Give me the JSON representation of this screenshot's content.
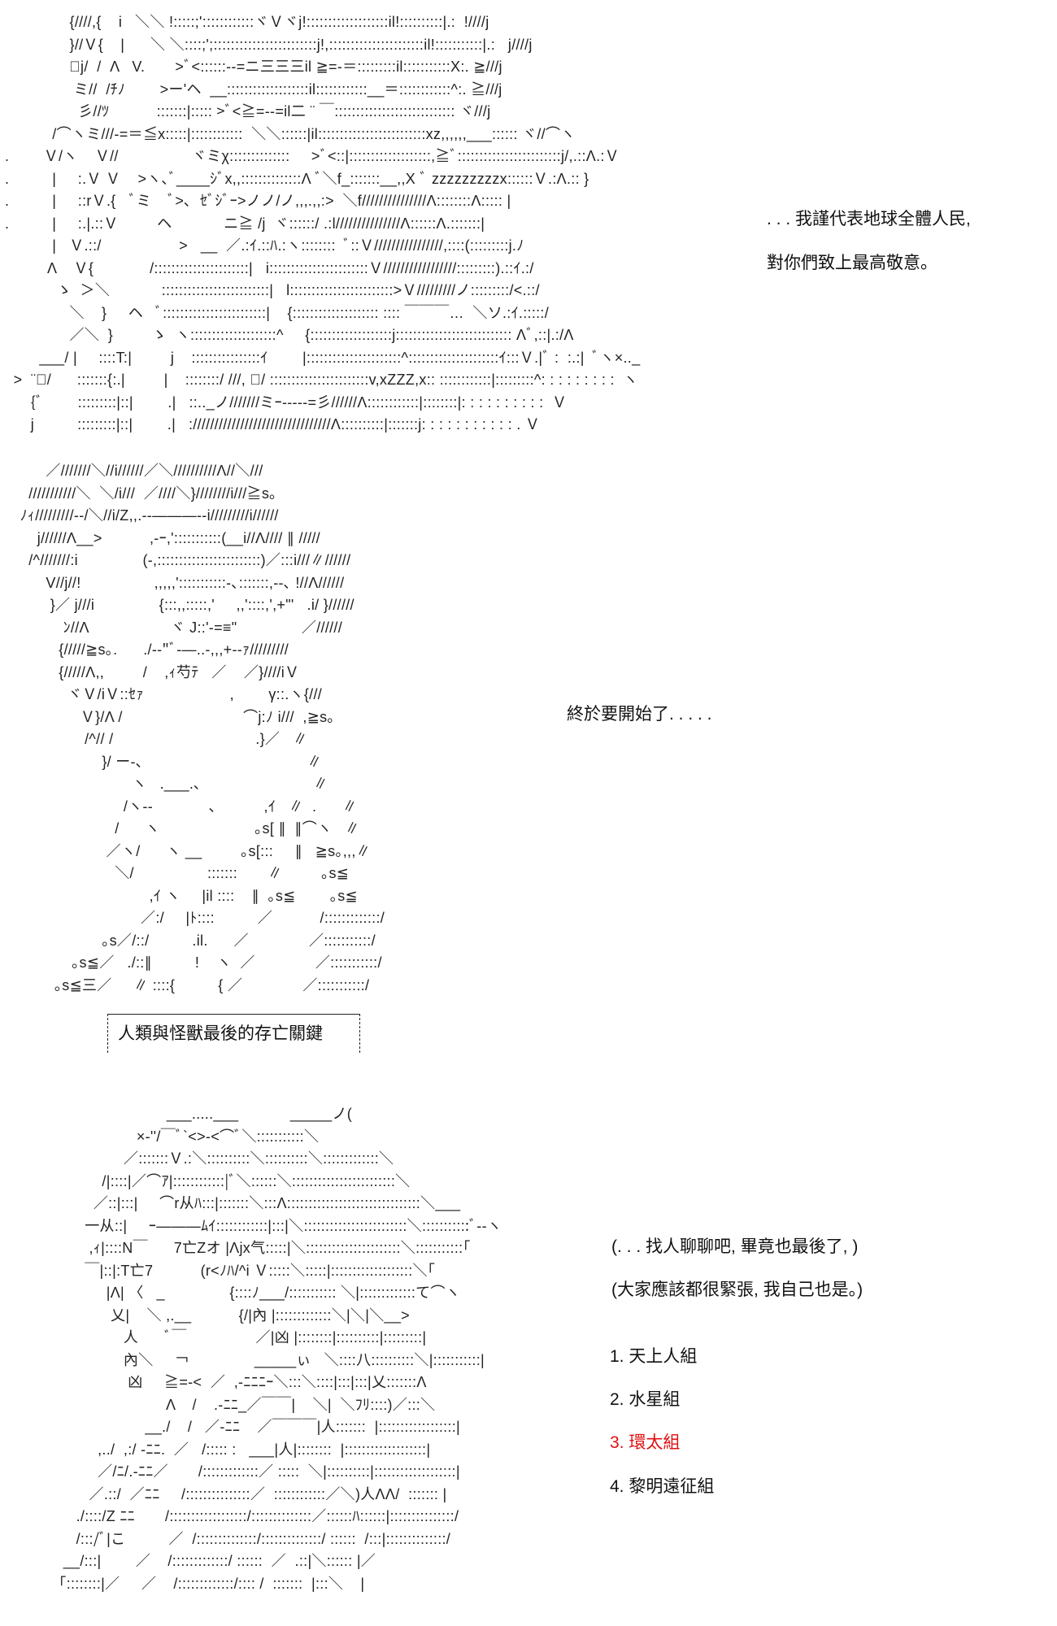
{
  "scene1": {
    "art": [
      "               {////,{    i   ＼＼ !:::::;'::::::::::::ヾＶヾj!:::::::::::::::::::il!::::::::::|.:  !////j",
      "               }//Ｖ{    |      ＼ ＼::::;';::::::::::::::::::::::::j!,::::::::::::::::::::::il!:::::::::::|.:   j////j",
      "               ﾞj/  /  Λ   V.       >ﾞ<::::::--=ニ三三三il ≧=-＝:::::::::il:::::::::::X:. ≧///j",
      "                ミ//  /ﾁﾉ        >ー'ヘ  __:::::::::::::::::::il::::::::::::__＝::::::::::::^:. ≧///j",
      "                 彡//ﾂ           :::::::|::::: >ﾞ<≧=--=il二 ¨ ￣:::::::::::::::::::::::::::: ヾ///j",
      "           /⌒ヽミ///-=＝≦x:::::|::::::::::::  ＼＼::::::|il:::::::::::::::::::::::::xz,,,,,,___:::::: ヾ//⌒ヽ",
      ".        Ｖ/ヽ    Ｖ//                 ヾミχ::::::::::::::     >ﾞ<::|:::::::::::::::::::,≧ﾞ::::::::::::::::::::::::j/,.::Λ.:Ｖ",
      ".          |     :.Ｖ Ｖ    >ヽ､ﾞ____ｼﾞx,,::::::::::::::Λ ﾞ＼f_:::::::__,,X ﾞ zzzzzzzzzx::::::Ｖ.:Λ.:: }",
      ".          |     ::rＶ.{   ﾞミ    ﾞ>､  ｾﾞｼﾞｰ>ノノ/ノ,,,.,,:>  ＼f///////////////Λ::::::::Λ::::: |",
      ".          |     :.|.::Ｖ         ヘ            ニ≧ /j  ヾ::::::/ .:l///////////////Λ::::::Λ.:::::::|",
      "           |   Ｖ.::/                  >   __  ／.:ｲ.::ﾊ.:ヽ::::::::  ﾞ::Ｖ////////////////,::::(:::::::::j.ﾉ",
      "          Λ    Ｖ{             /::::::::::::::::::::::|   i:::::::::::::::::::::::Ｖ/////////////////:::::::::).::ｲ.:/",
      "            ゝ  ＞＼            :::::::::::::::::::::::::|   l::::::::::::::::::::::::>Ｖ/////////ノ:::::::::/<.::/",
      "               ＼    }     ヘ   ﾞ::::::::::::::::::::::::|    {:::::::::::::::::::: :::: ￣￣￣…  ＼ソ.:ｲ.:::::/",
      "               ／＼  }         ゝ  ヽ::::::::::::::::::::^     {:::::::::::::::::::j::::::::::::::::::::::::::: Λﾞ,::|.:/Λ",
      "        ___/ |     ::::T:|         j    ::::::::::::::::ｲ        |::::::::::::::::::::::^:::::::::::::::::::::ｲ:::Ｖ.|ﾞ :  :.:|  ﾞヽ×.._",
      "  >  ¨ﾞ/      :::::::{:.|         |    ::::::::/ ///, ＼/ :::::::::::::::::::::::v,xZZZ,x:: ::::::::::::|:::::::::^: : : : : : : : :  ヽ",
      "      {ﾞ        :::::::::|::|        .|   ::.._ノ///////ミｰ-----=彡//////Λ::::::::::::|::::::::|: : : : : : : : : :  Ｖ",
      "      j          :::::::::|::|        .|   :////////////////////////////////Λ::::::::::|:::::::j: : : : : : : : : : : . Ｖ"
    ],
    "dialogue": [
      ". . . 我謹代表地球全體人民,",
      "對你們致上最高敬意。"
    ]
  },
  "scene2": {
    "art": [
      "        ／///////＼//i//////／＼//////////Λ//＼///",
      "    ///////////＼  ＼/i///  ／////＼}////////i///≧s｡",
      "  ﾉｨ/////////--/＼//i/Z,,.--―――--i/////////i//////",
      "      j//////Λ__>           ,-ｰ,':::::::::::(__i//Λ//// ∥ /////",
      "    /^///////:i               (-,::::::::::::::::::::::::)／:::i///∥//////",
      "        V//j//!                 ,,,,,':::::::::::-､:::::::,--､ !//Λ//////",
      "         }／ j///i               {:::,,:::::,'     ,,'::::,',+\"'   .i/ }//////",
      "            ﾝ//Λ                   ヾ J::'-=≡\"               ／//////",
      "           {/////≧s｡.      ./-‐\"ﾞ‐―..-,,,+-‐ｧ/////////",
      "           {/////Λ,,         /    ,ｨ芍ﾃ   ／    ／}////iＶ",
      "             ヾＶ/iＶ::ｾｧ                    ,        γ::.ヽ{///",
      "                Ｖ}/Λ /                            ⌒j:ﾉ i///  ,≧s｡",
      "                 /^// /                                 .}／   ∥",
      "                     }/ ー-､                                      ∥",
      "                            ヽ   .___.､                          ∥",
      "                          /ヽ--             ､           ,ｲ   ∥  .      ∥",
      "                        /      ヽ                      ｡s[ ∥  ∥⌒ヽ   ∥",
      "                      ／ヽ/      ヽ __         ｡s[:::     ∥   ≧s｡,,,∥",
      "                        ＼/                 :::::::       ∥         ｡s≦",
      "                                ,ｲ ヽ     |il ::::    ∥  ｡s≦        ｡s≦",
      "                              ／:/     |ﾄ::::          ／           /:::::::::::::/",
      "                     ｡s／/::/          .il.      ／              ／:::::::::::/",
      "              ｡s≦／   ./::∥          !    ヽ  ／              ／:::::::::::/",
      "          ｡s≦三／     ∥ ::::{          { ／              ／:::::::::::/"
    ],
    "dialogue": "終於要開始了. . . . ."
  },
  "caption_box": "人類與怪獸最後的存亡關鍵",
  "scene3": {
    "art": [
      "                                 ___.....___            _____ノ(",
      "                          ×‐''/￣ﾞ`<>-<⌒ﾞ＼:::::::::::＼",
      "                       ／:::::::Ｖ.:＼::::::::::＼::::::::::＼:::::::::::::＼",
      "                  /|::::|／⌒ｱ|::::::::::::|ﾞ＼::::::＼::::::::::::::::::::::::＼",
      "                ／::|:::|     ⌒r从ﾊ:::|:::::::＼:::Λ:::::::::::::::::::::::::::::::＼___",
      "              一从::|     ｰ―――ﾑｲ::::::::::::|:::|＼::::::::::::::::::::::::＼:::::::::::ﾞ--ヽ",
      "               ,ｨ|::::N￣      7亡Zオ |Λjx气:::::|＼::::::::::::::::::::::＼:::::::::::｢",
      "              ￣|::|:T亡7           (r<ﾉﾊ/^i Ｖ:::::＼:::::|:::::::::::::::::::＼｢",
      "                   |Λ| 〈   _               {::::ﾉ___/::::::::::: ＼|:::::::::::::て⌒ヽ",
      "                    乂|    ＼ ,.__           {/|內 |:::::::::::::＼|＼|＼__>",
      "                       人      ﾞ￣                ／|凶 |::::::::|::::::::::|:::::::::|",
      "                       內＼     ￢               _____ぃ   ＼::::八::::::::::＼|:::::::::::|",
      "                        凶     ≧=-<  ／  ,-ﾆﾆﾆｰ＼:::＼::::|:::|:::|乂:::::::Λ",
      "                                 Λ    /    .-ﾆﾆ_／￣￣|    ＼|  ＼ﾌﾘ::::)／:::＼",
      "                            __./    /   ／-ﾆﾆ    ／￣￣￣|人:::::::  |::::::::::::::::::|",
      "                 ,../  ,:/ -ﾆﾆ.  ／   /::::: :   ___|人|::::::::  |:::::::::::::::::::|",
      "                 ／/ﾆ/.-ﾆﾆ／       /:::::::::::::／ :::::  ＼|::::::::::|:::::::::::::::::::|",
      "               ／.::/  ／ﾆﾆ     /:::::::::::::::／  ::::::::::::／＼)人ΛΛ/  ::::::: |",
      "            ./::::/Z ﾆﾆ       /::::::::::::::::::/::::::::::::::／::::::ﾊ::::::|:::::::::::::::/",
      "            /:::/ﾞ|こ          ／  /::::::::::::::/::::::::::::::/ ::::::  /:::|::::::::::::::/",
      "         __/:::|        ／    /:::::::::::::/ ::::::  ／  .::|＼:::::: |／",
      "        ｢::::::::|／     ／    /:::::::::::::/:::: /  :::::::  |:::＼    |"
    ],
    "dialogue": [
      "(. . . 找人聊聊吧, 畢竟也最後了, )",
      "(大家應該都很緊張, 我自己也是。)"
    ],
    "options": [
      {
        "label": "1. 天上人組"
      },
      {
        "label": "2. 水星組"
      },
      {
        "label": "3. 環太組",
        "highlight": true
      },
      {
        "label": "4. 黎明遠征組"
      }
    ]
  },
  "colors": {
    "text": "#111111",
    "highlight": "#e01010"
  }
}
